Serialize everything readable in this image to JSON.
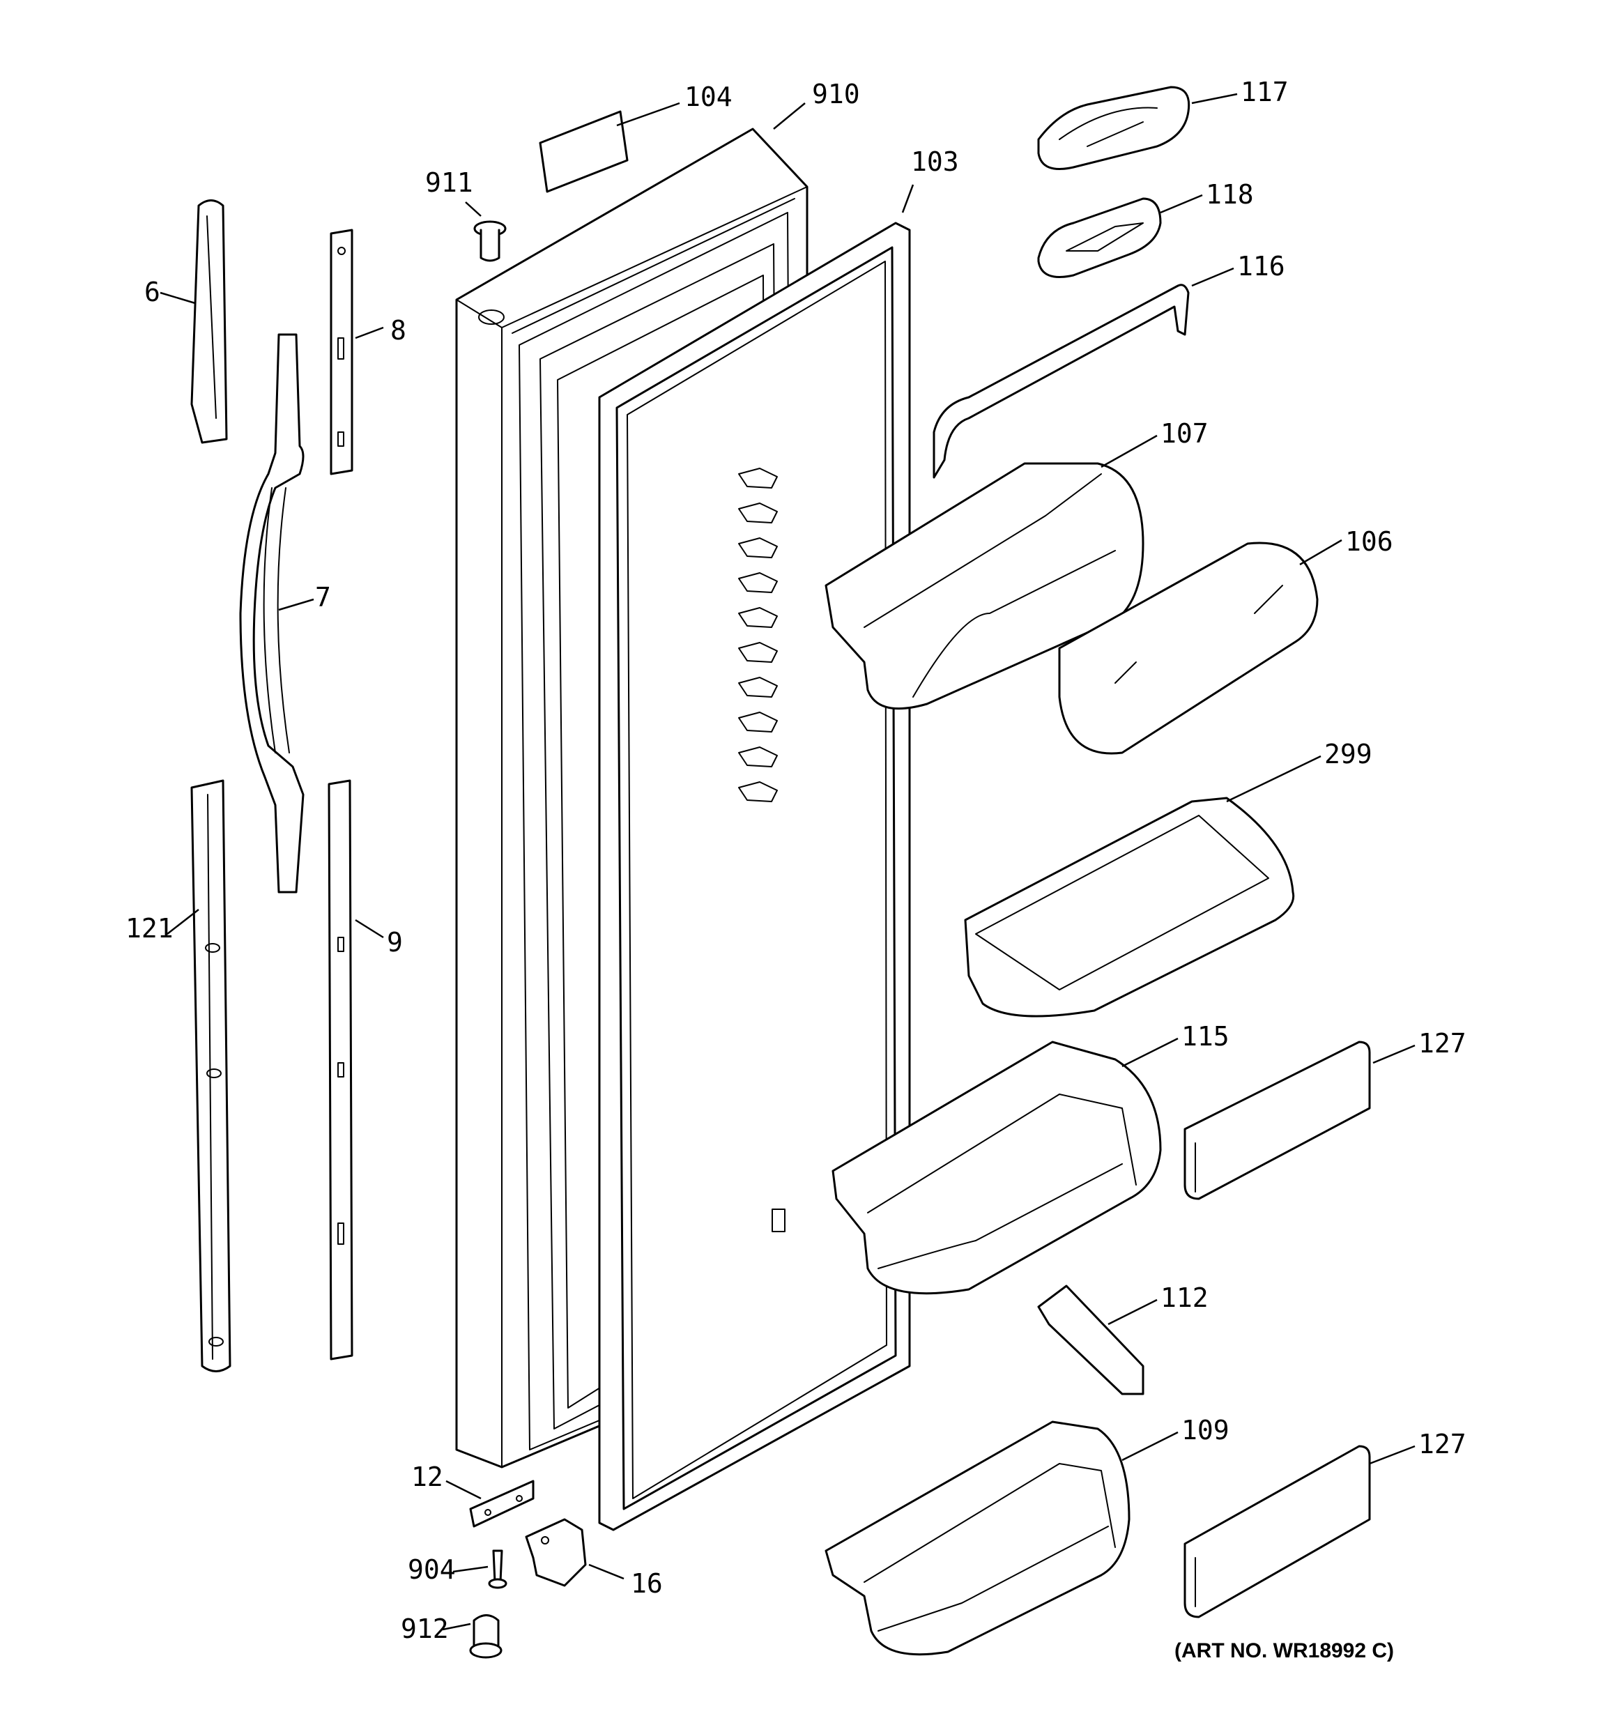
{
  "diagram": {
    "art_number": "(ART NO. WR18992 C)",
    "callouts": {
      "c6": "6",
      "c7": "7",
      "c8": "8",
      "c9": "9",
      "c12": "12",
      "c16": "16",
      "c103": "103",
      "c104": "104",
      "c106": "106",
      "c107": "107",
      "c109": "109",
      "c112": "112",
      "c115": "115",
      "c116": "116",
      "c117": "117",
      "c118": "118",
      "c121": "121",
      "c127a": "127",
      "c127b": "127",
      "c299": "299",
      "c904": "904",
      "c910": "910",
      "c911": "911",
      "c912": "912"
    }
  }
}
